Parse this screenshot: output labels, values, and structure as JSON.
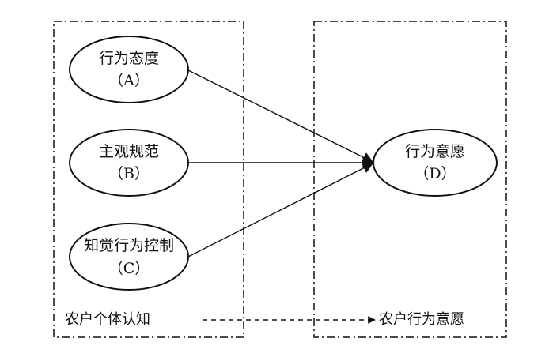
{
  "groups": {
    "left_label": "农户个体认知",
    "right_label": "农户行为意愿"
  },
  "nodes": {
    "a": {
      "line1": "行为态度",
      "line2": "（A）"
    },
    "b": {
      "line1": "主观规范",
      "line2": "（B）"
    },
    "c": {
      "line1": "知觉行为控制",
      "line2": "（C）"
    },
    "d": {
      "line1": "行为意愿",
      "line2": "（D）"
    }
  },
  "colors": {
    "stroke": "#111111",
    "background": "#ffffff"
  }
}
